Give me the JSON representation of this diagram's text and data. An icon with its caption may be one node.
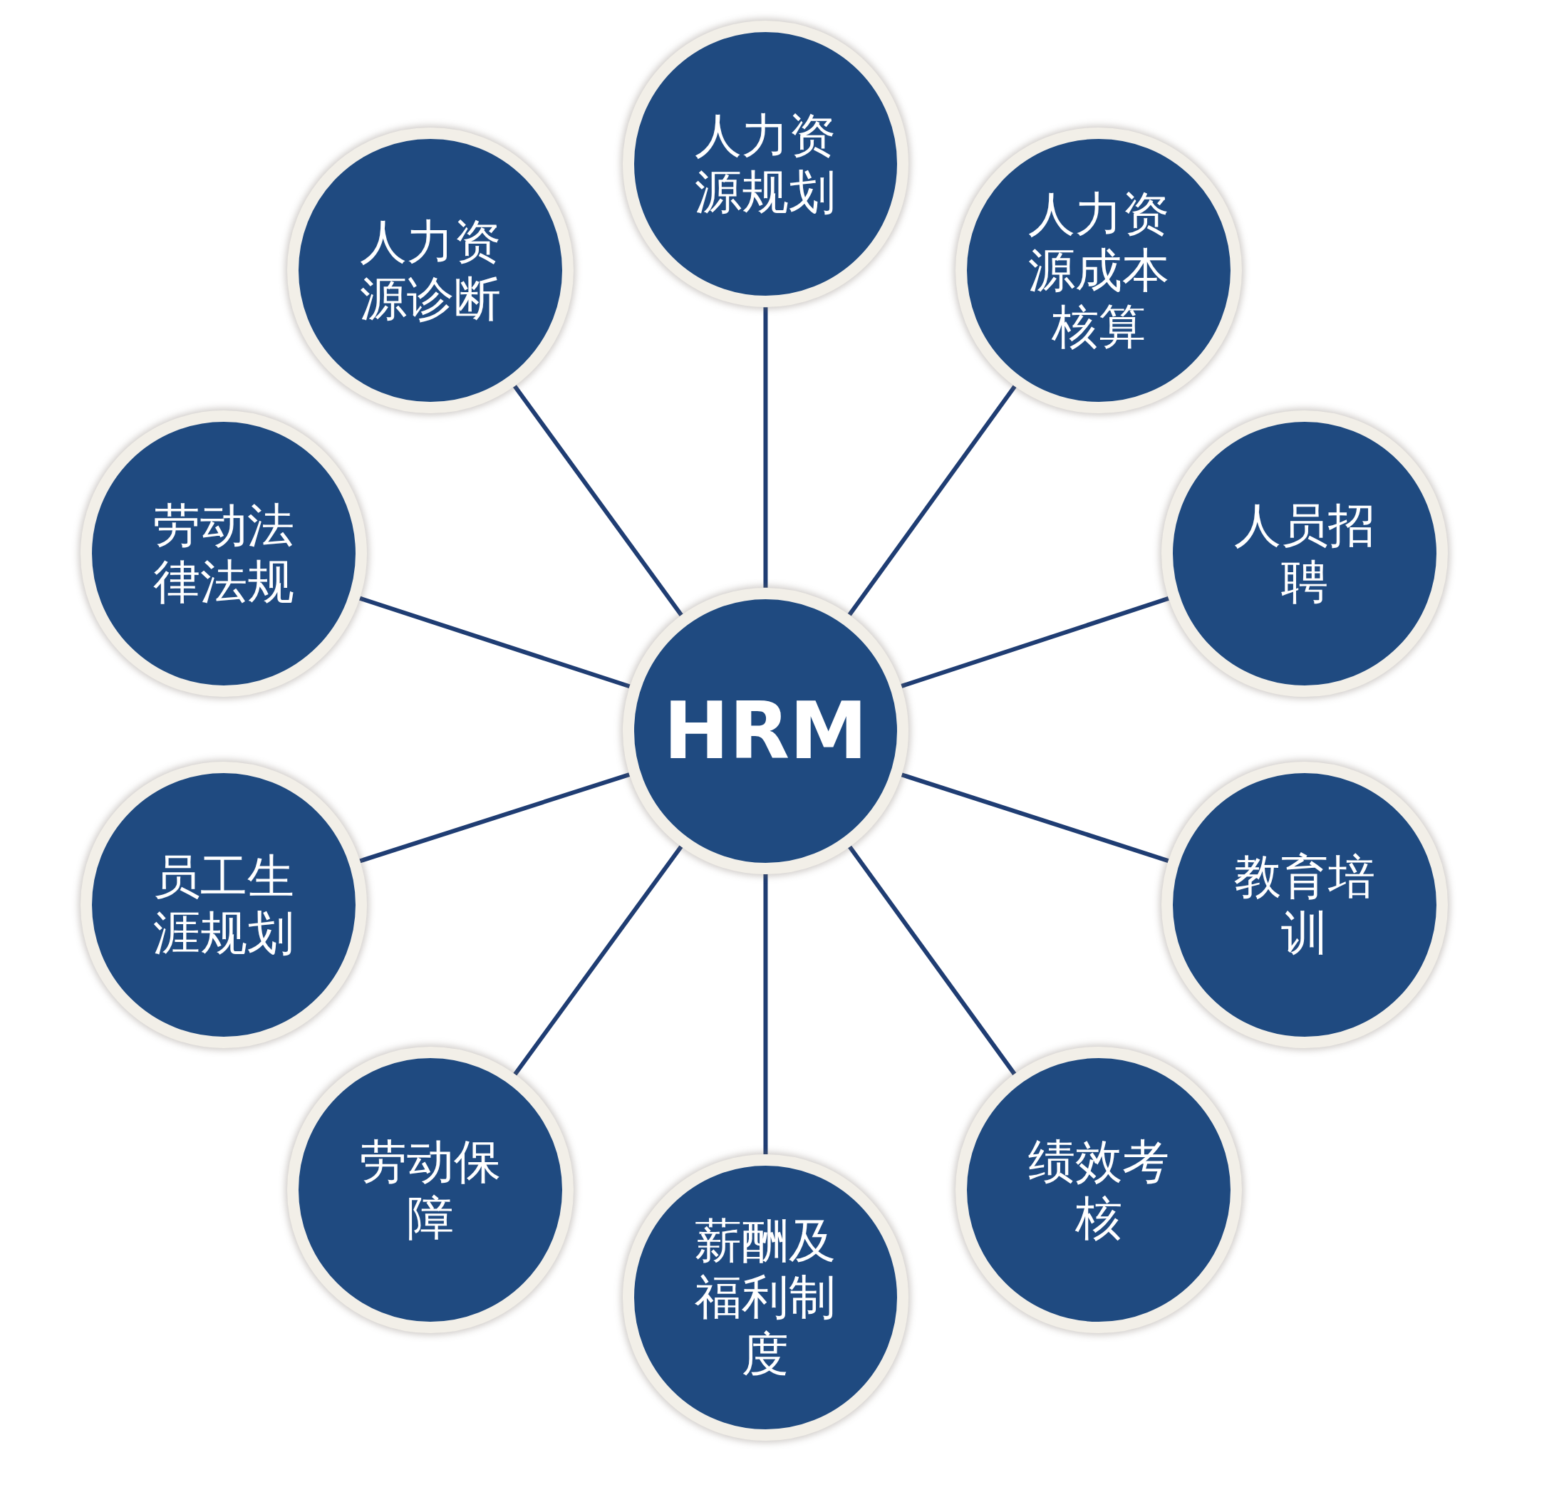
{
  "diagram": {
    "nodes": [
      {
        "text": [
          "HRM"
        ]
      },
      {
        "text": [
          "人力资源规划"
        ]
      },
      {
        "text": [
          "人力资源成本核算"
        ]
      },
      {
        "text": [
          "人员招聘"
        ]
      },
      {
        "text": [
          "教育培训"
        ]
      },
      {
        "text": [
          "绩效考核"
        ]
      },
      {
        "text": [
          "薪酬及福利制度"
        ]
      },
      {
        "text": [
          "劳动保障"
        ]
      },
      {
        "text": [
          "员工生涯规划"
        ]
      },
      {
        "text": [
          "劳动法律法规"
        ]
      },
      {
        "text": [
          "人力资源诊断"
        ]
      }
    ],
    "edges": [
      {
        "from": 0,
        "to": 1,
        "arrow": "none"
      },
      {
        "from": 0,
        "to": 2,
        "arrow": "none"
      },
      {
        "from": 0,
        "to": 3,
        "arrow": "none"
      },
      {
        "from": 0,
        "to": 4,
        "arrow": "none"
      },
      {
        "from": 0,
        "to": 5,
        "arrow": "none"
      },
      {
        "from": 0,
        "to": 6,
        "arrow": "none"
      },
      {
        "from": 0,
        "to": 7,
        "arrow": "none"
      },
      {
        "from": 0,
        "to": 8,
        "arrow": "none"
      },
      {
        "from": 0,
        "to": 9,
        "arrow": "none"
      },
      {
        "from": 0,
        "to": 10,
        "arrow": "none"
      }
    ]
  }
}
